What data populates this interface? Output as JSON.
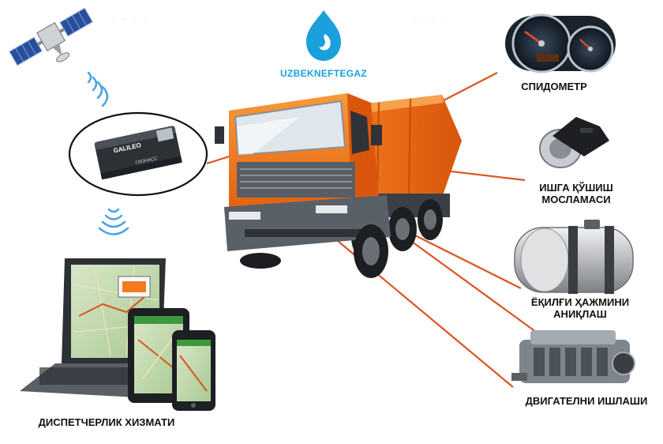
{
  "brand": {
    "name": "UZBEKNEFTEGAZ",
    "color": "#1aa0dc"
  },
  "labels": {
    "speedometer": "СПИДОМЕТР",
    "ignition_line1": "ИШГА ҚЎШИШ",
    "ignition_line2": "МОСЛАМАСИ",
    "fuel_line1": "ЁҚИЛҒИ ҲАЖМИНИ",
    "fuel_line2": "АНИҚЛАШ",
    "engine": "ДВИГАТЕЛНИ ИШЛАШИ",
    "dispatch": "ДИСПЕТЧЕРЛИК ХИЗМАТИ"
  },
  "device": {
    "brand_text": "GALILEO",
    "label_text": "ГЛОНАСС"
  },
  "colors": {
    "connector": "#d9541e",
    "truck_cab": "#f47a20",
    "truck_body": "#ef6c14",
    "chassis": "#3a3f47",
    "gps_device": "#2d3136"
  },
  "icons": [
    "satellite-icon",
    "wireless-signal-icon",
    "gps-tracker-device",
    "dump-truck",
    "speedometer-gauge",
    "ignition-key",
    "fuel-tank",
    "engine",
    "laptop",
    "tablet",
    "smartphone",
    "brand-flame-logo"
  ]
}
